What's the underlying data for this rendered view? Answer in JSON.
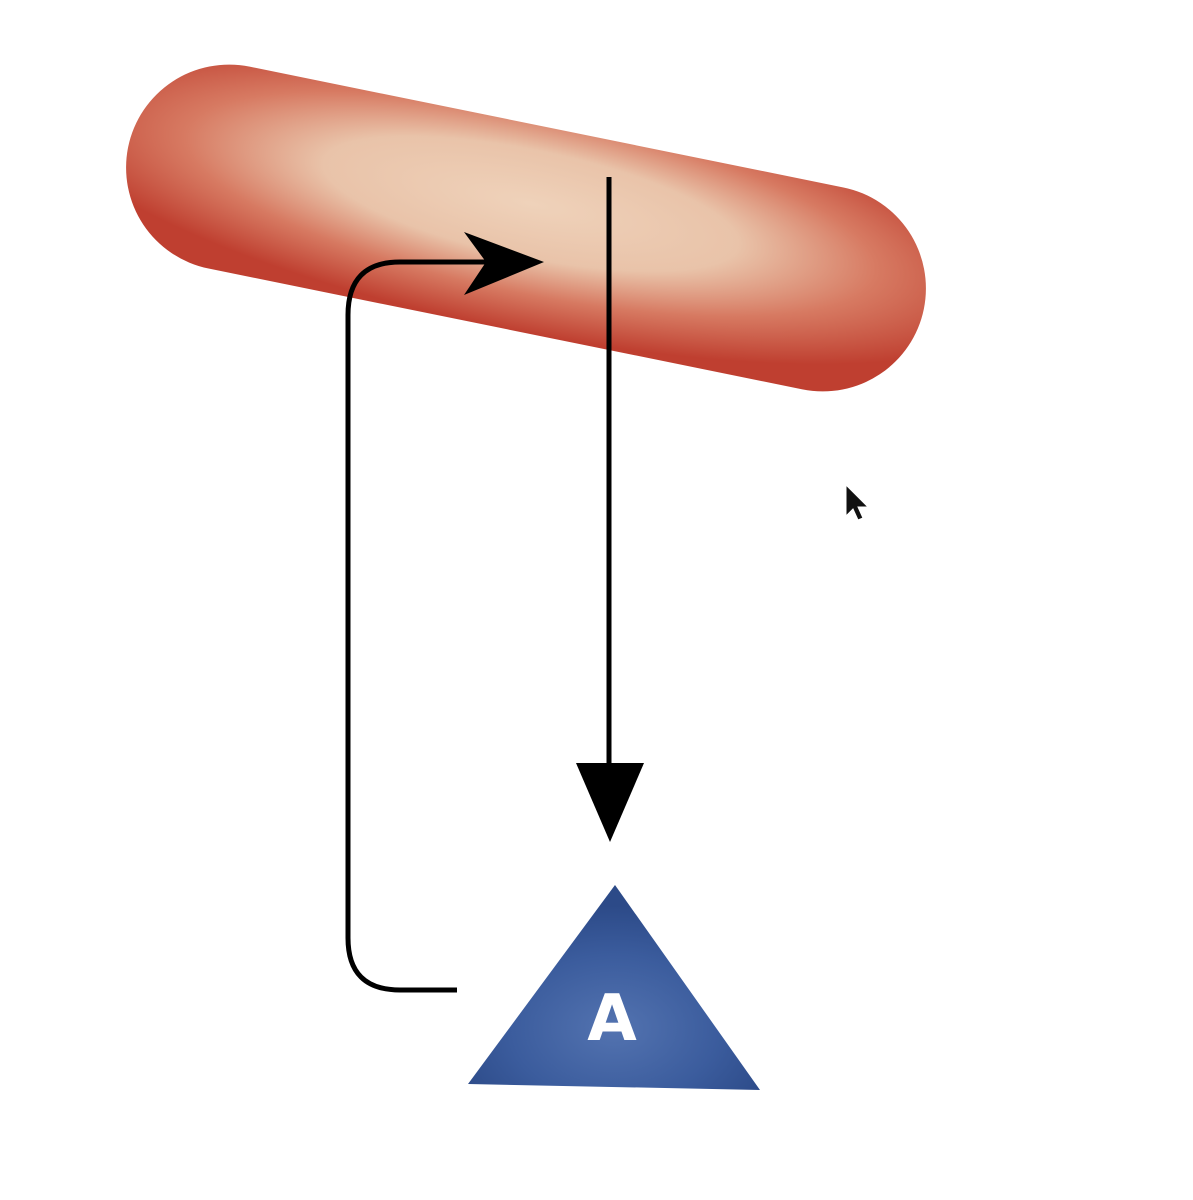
{
  "diagram": {
    "nodes": [
      {
        "id": "capsule",
        "shape": "rounded-capsule",
        "label": "",
        "color": "#c24535",
        "highlight": "#efd0b8"
      },
      {
        "id": "triangle",
        "shape": "triangle",
        "label": "A",
        "color": "#35589a",
        "label_color": "#ffffff"
      }
    ],
    "edges": [
      {
        "from": "capsule",
        "to": "triangle",
        "style": "straight-arrow",
        "color": "#000000"
      },
      {
        "from": "triangle",
        "to": "capsule",
        "style": "curved-arrow",
        "color": "#000000"
      }
    ]
  },
  "cursor": {
    "icon": "mouse-pointer-icon",
    "color": "#111111"
  }
}
